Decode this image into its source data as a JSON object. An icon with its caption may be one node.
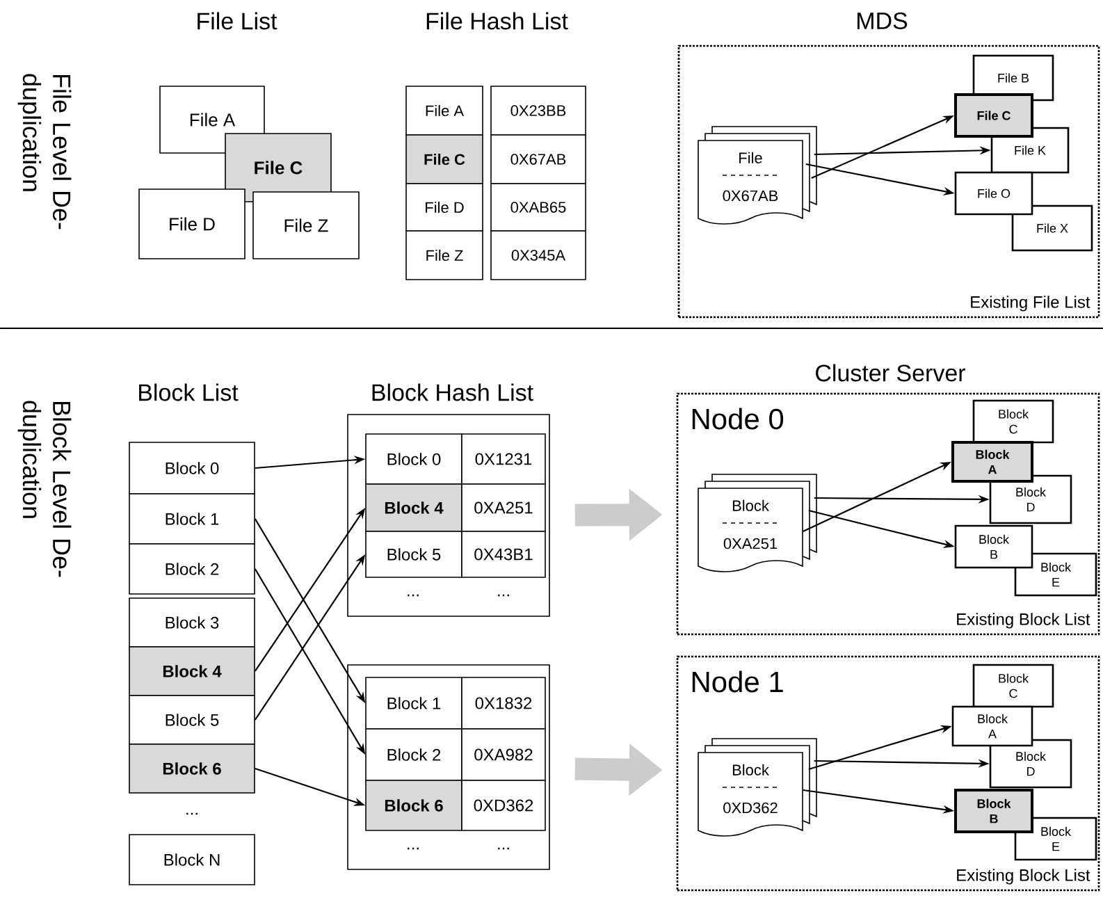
{
  "diagram": {
    "nodes": [
      {
        "text": [
          "File A"
        ]
      },
      {
        "text": [
          "File C"
        ]
      },
      {
        "text": [
          "File D"
        ]
      },
      {
        "text": [
          "File Z"
        ]
      },
      {
        "text": [
          "File A"
        ]
      },
      {
        "text": [
          "0X23BB"
        ]
      },
      {
        "text": [
          "File C"
        ]
      },
      {
        "text": [
          "0X67AB"
        ]
      },
      {
        "text": [
          "File D"
        ]
      },
      {
        "text": [
          "0XAB65"
        ]
      },
      {
        "text": [
          "File Z"
        ]
      },
      {
        "text": [
          "0X345A"
        ]
      },
      {
        "text": [
          "MDS",
          "Existing File List"
        ]
      },
      {
        "text": [
          "File",
          "0X67AB"
        ],
        "in": 12
      },
      {
        "text": [
          "File B"
        ],
        "in": 12
      },
      {
        "text": [
          "File C"
        ],
        "in": 12
      },
      {
        "text": [
          "File K"
        ],
        "in": 12
      },
      {
        "text": [
          "File O"
        ],
        "in": 12
      },
      {
        "text": [
          "File X"
        ],
        "in": 12
      },
      {
        "text": [
          "Block 0"
        ]
      },
      {
        "text": [
          "Block 1"
        ]
      },
      {
        "text": [
          "Block 2"
        ]
      },
      {
        "text": [
          "Block 3"
        ]
      },
      {
        "text": [
          "Block 4"
        ]
      },
      {
        "text": [
          "Block 5"
        ]
      },
      {
        "text": [
          "Block 6"
        ]
      },
      {
        "text": [
          "Block N"
        ]
      },
      {
        "text": [],
        "shape": "box"
      },
      {
        "text": [
          "Block 0"
        ],
        "in": 27
      },
      {
        "text": [
          "0X1231"
        ],
        "in": 27
      },
      {
        "text": [
          "Block 4"
        ],
        "in": 27
      },
      {
        "text": [
          "0XA251"
        ],
        "in": 27
      },
      {
        "text": [
          "Block 5"
        ],
        "in": 27
      },
      {
        "text": [
          "0X43B1"
        ],
        "in": 27
      },
      {
        "text": [],
        "shape": "box"
      },
      {
        "text": [
          "Block 1"
        ],
        "in": 34
      },
      {
        "text": [
          "0X1832"
        ],
        "in": 34
      },
      {
        "text": [
          "Block 2"
        ],
        "in": 34
      },
      {
        "text": [
          "0XA982"
        ],
        "in": 34
      },
      {
        "text": [
          "Block 6"
        ],
        "in": 34
      },
      {
        "text": [
          "0XD362"
        ],
        "in": 34
      },
      {
        "text": [
          "Node 0",
          "Existing Block List"
        ]
      },
      {
        "text": [
          "Block",
          "0XA251"
        ],
        "in": 41
      },
      {
        "text": [
          "Block C"
        ],
        "in": 41
      },
      {
        "text": [
          "Block A"
        ],
        "in": 41
      },
      {
        "text": [
          "Block D"
        ],
        "in": 41
      },
      {
        "text": [
          "Block B"
        ],
        "in": 41
      },
      {
        "text": [
          "Block E"
        ],
        "in": 41
      },
      {
        "text": [
          "Node 1",
          "Existing Block List"
        ]
      },
      {
        "text": [
          "Block",
          "0XD362"
        ],
        "in": 48
      },
      {
        "text": [
          "Block C"
        ],
        "in": 48
      },
      {
        "text": [
          "Block A"
        ],
        "in": 48
      },
      {
        "text": [
          "Block D"
        ],
        "in": 48
      },
      {
        "text": [
          "Block B"
        ],
        "in": 48
      },
      {
        "text": [
          "Block E"
        ],
        "in": 48
      }
    ],
    "edges": [
      {
        "from": 13,
        "to": 15,
        "arrow": "to"
      },
      {
        "from": 13,
        "to": 16,
        "arrow": "to"
      },
      {
        "from": 13,
        "to": 17,
        "arrow": "to"
      },
      {
        "from": 19,
        "to": 28,
        "arrow": "to"
      },
      {
        "from": 20,
        "to": 35,
        "arrow": "to"
      },
      {
        "from": 21,
        "to": 37,
        "arrow": "to"
      },
      {
        "from": 23,
        "to": 30,
        "arrow": "to"
      },
      {
        "from": 24,
        "to": 32,
        "arrow": "to"
      },
      {
        "from": 25,
        "to": 39,
        "arrow": "to"
      },
      {
        "from": 27,
        "to": 41,
        "arrow": "to",
        "style": "thick",
        "color": "#cccccc"
      },
      {
        "from": 34,
        "to": 48,
        "arrow": "to",
        "style": "thick",
        "color": "#cccccc"
      },
      {
        "from": 42,
        "to": 44,
        "arrow": "to"
      },
      {
        "from": 42,
        "to": 45,
        "arrow": "to"
      },
      {
        "from": 42,
        "to": 46,
        "arrow": "to"
      },
      {
        "from": 49,
        "to": 51,
        "arrow": "to"
      },
      {
        "from": 49,
        "to": 52,
        "arrow": "to"
      },
      {
        "from": 49,
        "to": 53,
        "arrow": "to"
      }
    ],
    "labels": [
      "File Level De-duplication",
      "File List",
      "File Hash List",
      "Block Level De-duplication",
      "Block List",
      "Block Hash List",
      "Cluster Server",
      "...",
      "...",
      "...",
      "...",
      "..."
    ]
  }
}
